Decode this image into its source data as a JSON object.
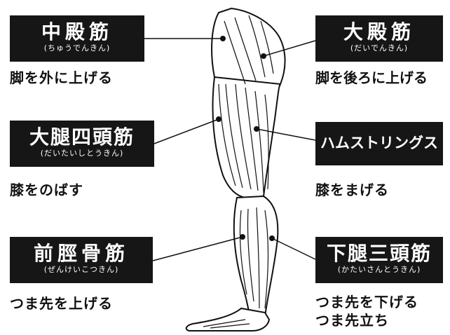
{
  "muscles": [
    {
      "id": "chudenkin",
      "name": "中殿筋",
      "reading": "(ちゅうでんきん)",
      "action": [
        "脚を外に上げる"
      ]
    },
    {
      "id": "daidenkin",
      "name": "大殿筋",
      "reading": "(だいでんきん)",
      "action": [
        "脚を後ろに上げる"
      ]
    },
    {
      "id": "daitaishitoukin",
      "name": "大腿四頭筋",
      "reading": "(だいたいしとうきん)",
      "action": [
        "膝をのばす"
      ]
    },
    {
      "id": "hamstrings",
      "name": "ハムストリングス",
      "reading": "",
      "action": [
        "膝をまげる"
      ]
    },
    {
      "id": "zenkeikotsukin",
      "name": "前脛骨筋",
      "reading": "(ぜんけいこつきん)",
      "action": [
        "つま先を上げる"
      ]
    },
    {
      "id": "kataisantoukin",
      "name": "下腿三頭筋",
      "reading": "(かたいさんとうきん)",
      "action": [
        "つま先を下げる",
        "つま先立ち"
      ]
    }
  ]
}
